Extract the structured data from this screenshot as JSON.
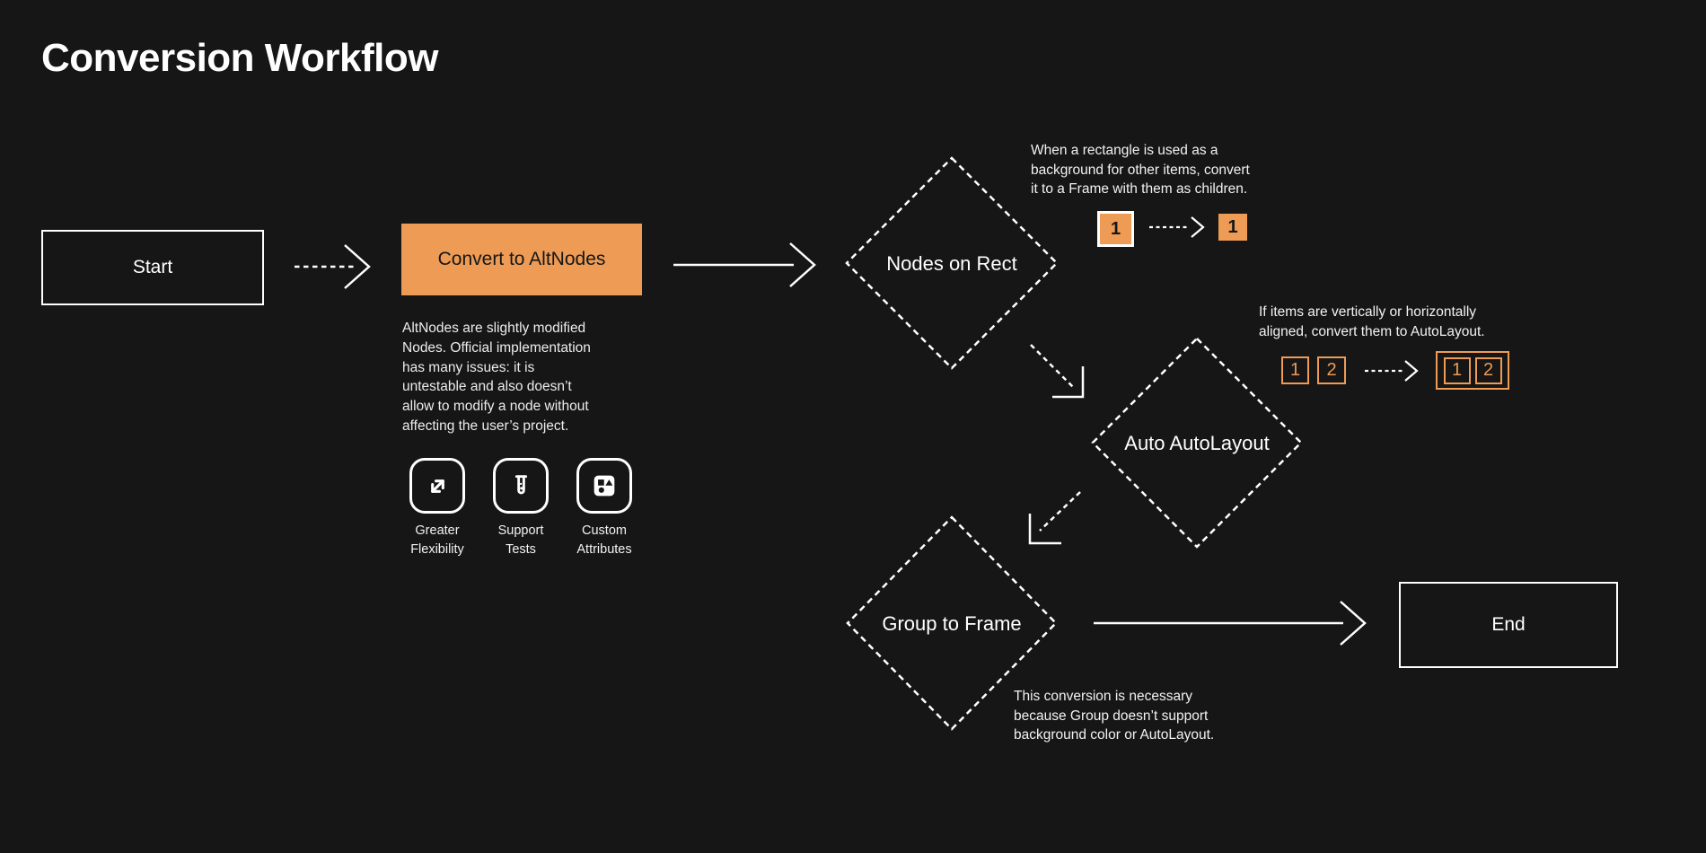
{
  "title": "Conversion Workflow",
  "colors": {
    "background": "#161616",
    "accent": "#ED9B55",
    "stroke": "#FFFFFF",
    "dark_text": "#161616"
  },
  "nodes": {
    "start": {
      "label": "Start",
      "shape": "rectangle"
    },
    "convert": {
      "label": "Convert to AltNodes",
      "shape": "rectangle-filled"
    },
    "nodes_on_rect": {
      "label": "Nodes on Rect",
      "shape": "diamond"
    },
    "auto_autolayout": {
      "label": "Auto AutoLayout",
      "shape": "diamond"
    },
    "group_to_frame": {
      "label": "Group to Frame",
      "shape": "diamond"
    },
    "end": {
      "label": "End",
      "shape": "rectangle"
    }
  },
  "description": {
    "lines": [
      "AltNodes are slightly modified",
      "Nodes. Official implementation",
      "has many issues: it is",
      "untestable and also doesn’t",
      "allow to modify a node without",
      "affecting the user’s project."
    ]
  },
  "features": [
    {
      "icon": "expand-icon",
      "label_lines": [
        "Greater",
        "Flexibility"
      ]
    },
    {
      "icon": "test-tube-icon",
      "label_lines": [
        "Support",
        "Tests"
      ]
    },
    {
      "icon": "shapes-icon",
      "label_lines": [
        "Custom",
        "Attributes"
      ]
    }
  ],
  "annotations": {
    "nodes_on_rect": {
      "lines": [
        "When a rectangle is used as a",
        "background for other items, convert",
        "it to a Frame with them as children."
      ],
      "before_box": "1",
      "after_box": "1"
    },
    "auto_autolayout": {
      "lines": [
        "If items are vertically or horizontally",
        "aligned, convert them to AutoLayout."
      ],
      "before_boxes": [
        "1",
        "2"
      ],
      "after_boxes": [
        "1",
        "2"
      ]
    },
    "group_to_frame": {
      "lines": [
        "This conversion is necessary",
        "because Group doesn’t support",
        "background color or AutoLayout."
      ]
    }
  }
}
